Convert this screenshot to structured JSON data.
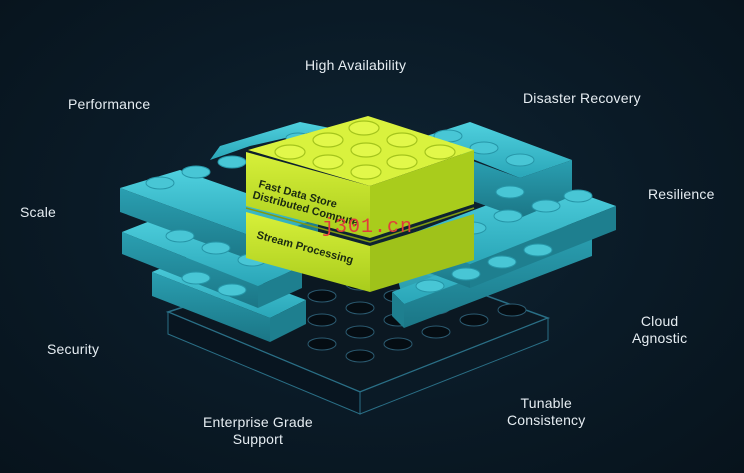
{
  "labels": {
    "high_availability": "High Availability",
    "performance": "Performance",
    "disaster_recovery": "Disaster Recovery",
    "scale": "Scale",
    "resilience": "Resilience",
    "security": "Security",
    "cloud_agnostic_line1": "Cloud",
    "cloud_agnostic_line2": "Agnostic",
    "tunable_consistency_line1": "Tunable",
    "tunable_consistency_line2": "Consistency",
    "enterprise_support_line1": "Enterprise Grade",
    "enterprise_support_line2": "Support"
  },
  "center_block": {
    "line1": "Fast Data Store",
    "line2": "Distributed Compute",
    "line3": "Stream Processing"
  },
  "watermark": "j301.cn",
  "colors": {
    "background": "#0a1a26",
    "cyan_brick": "#35b8c9",
    "lime_brick": "#c8ec2a",
    "base_plate": "#0d1d2a"
  }
}
